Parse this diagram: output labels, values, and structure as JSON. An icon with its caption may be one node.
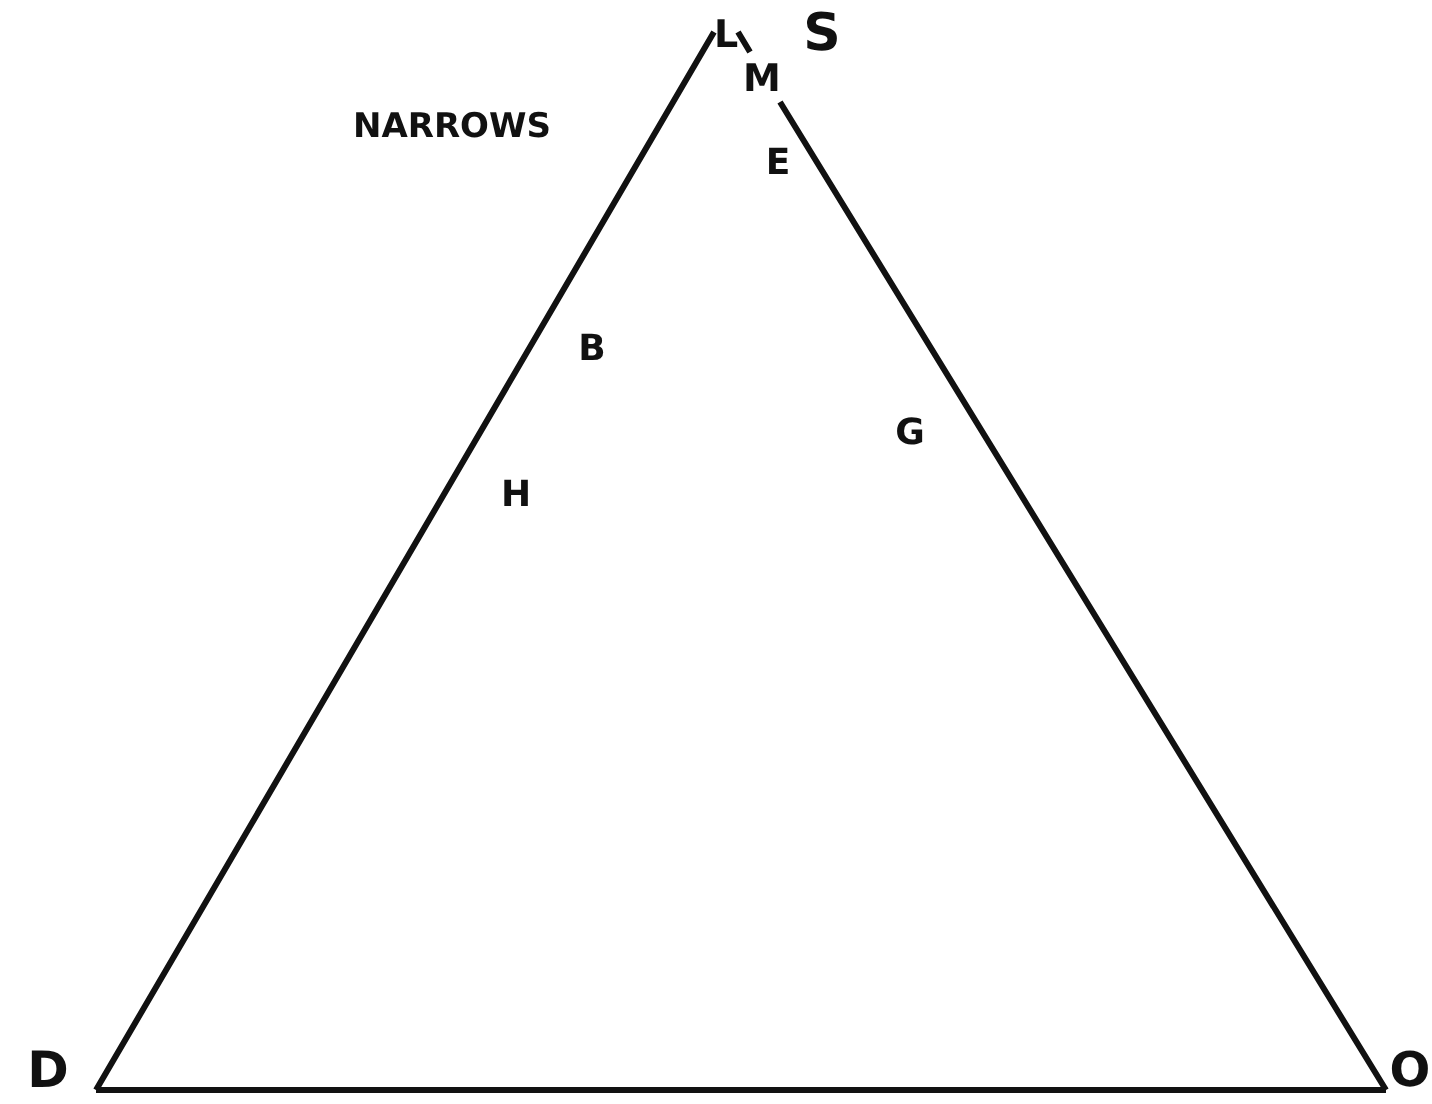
{
  "diagram": {
    "labels": [
      "L",
      "S",
      "M",
      "NARROWS",
      "E",
      "B",
      "G",
      "H",
      "D",
      "O"
    ]
  }
}
